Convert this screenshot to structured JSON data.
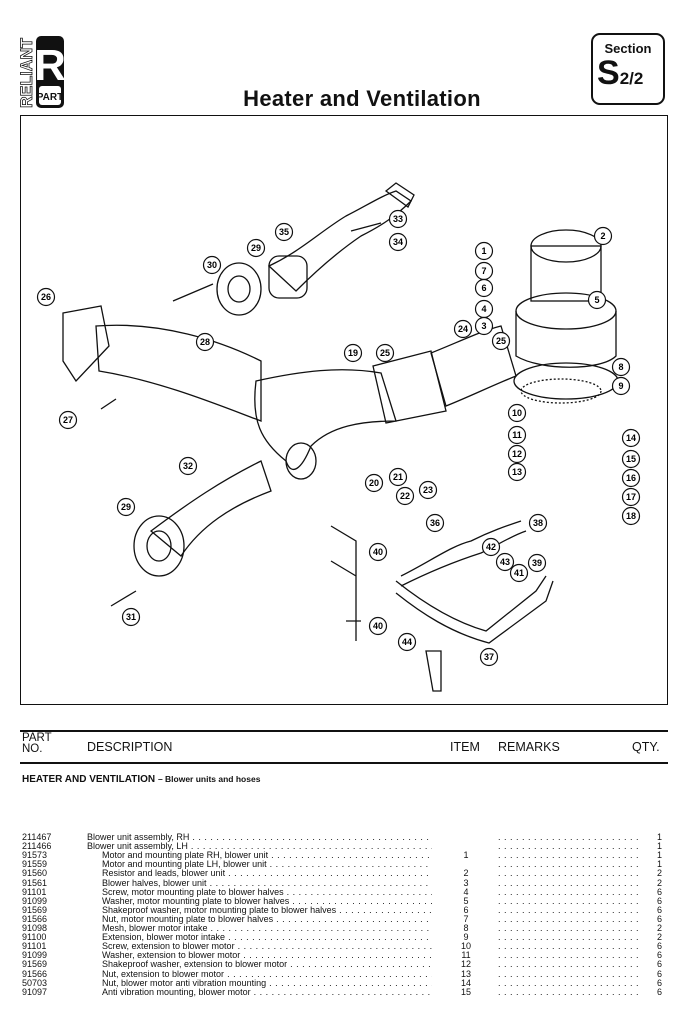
{
  "header": {
    "logo_text": "RELIANT",
    "logo_letter": "R",
    "logo_sub": "PART",
    "title": "Heater and Ventilation",
    "section_label": "Section",
    "section_code": "S",
    "section_page": "2/2"
  },
  "diagram": {
    "callouts": [
      "33",
      "34",
      "35",
      "29",
      "30",
      "26",
      "28",
      "19",
      "25",
      "24",
      "1",
      "2",
      "7",
      "6",
      "4",
      "3",
      "25",
      "5",
      "8",
      "9",
      "10",
      "11",
      "12",
      "13",
      "14",
      "15",
      "16",
      "17",
      "18",
      "27",
      "20",
      "21",
      "22",
      "23",
      "32",
      "29",
      "36",
      "38",
      "42",
      "43",
      "41",
      "39",
      "40",
      "40",
      "44",
      "37",
      "31"
    ]
  },
  "table": {
    "columns": {
      "part_no": "PART NO.",
      "description": "DESCRIPTION",
      "item": "ITEM",
      "remarks": "REMARKS",
      "qty": "QTY."
    },
    "section_title": "HEATER AND VENTILATION",
    "section_subtitle": "– Blower units and hoses",
    "rows": [
      {
        "part_no": "211467",
        "description": "Blower unit assembly, RH",
        "item": "",
        "qty": "1",
        "sub": false
      },
      {
        "part_no": "211466",
        "description": "Blower unit assembly, LH",
        "item": "",
        "qty": "1",
        "sub": false
      },
      {
        "part_no": "91573",
        "description": "Motor and mounting plate RH, blower unit",
        "item": "1",
        "qty": "1",
        "sub": true
      },
      {
        "part_no": "91559",
        "description": "Motor and mounting plate LH, blower unit",
        "item": "",
        "qty": "1",
        "sub": true
      },
      {
        "part_no": "91560",
        "description": "Resistor and leads, blower unit",
        "item": "2",
        "qty": "2",
        "sub": true
      },
      {
        "part_no": "91561",
        "description": "Blower halves, blower unit",
        "item": "3",
        "qty": "2",
        "sub": true
      },
      {
        "part_no": "91101",
        "description": "Screw, motor mounting plate to blower halves",
        "item": "4",
        "qty": "6",
        "sub": true
      },
      {
        "part_no": "91099",
        "description": "Washer, motor mounting plate to blower halves",
        "item": "5",
        "qty": "6",
        "sub": true
      },
      {
        "part_no": "91569",
        "description": "Shakeproof washer, motor mounting plate to blower halves",
        "item": "6",
        "qty": "6",
        "sub": true
      },
      {
        "part_no": "91566",
        "description": "Nut, motor mounting plate to blower halves",
        "item": "7",
        "qty": "6",
        "sub": true
      },
      {
        "part_no": "91098",
        "description": "Mesh, blower motor intake",
        "item": "8",
        "qty": "2",
        "sub": true
      },
      {
        "part_no": "91100",
        "description": "Extension, blower motor intake",
        "item": "9",
        "qty": "2",
        "sub": true
      },
      {
        "part_no": "91101",
        "description": "Screw, extension to blower motor",
        "item": "10",
        "qty": "6",
        "sub": true
      },
      {
        "part_no": "91099",
        "description": "Washer, extension to blower motor",
        "item": "11",
        "qty": "6",
        "sub": true
      },
      {
        "part_no": "91569",
        "description": "Shakeproof washer, extension to blower motor",
        "item": "12",
        "qty": "6",
        "sub": true
      },
      {
        "part_no": "91566",
        "description": "Nut, extension to blower motor",
        "item": "13",
        "qty": "6",
        "sub": true
      },
      {
        "part_no": "50703",
        "description": "Nut, blower motor anti vibration mounting",
        "item": "14",
        "qty": "6",
        "sub": true
      },
      {
        "part_no": "91097",
        "description": "Anti vibration mounting, blower motor",
        "item": "15",
        "qty": "6",
        "sub": true
      }
    ]
  }
}
